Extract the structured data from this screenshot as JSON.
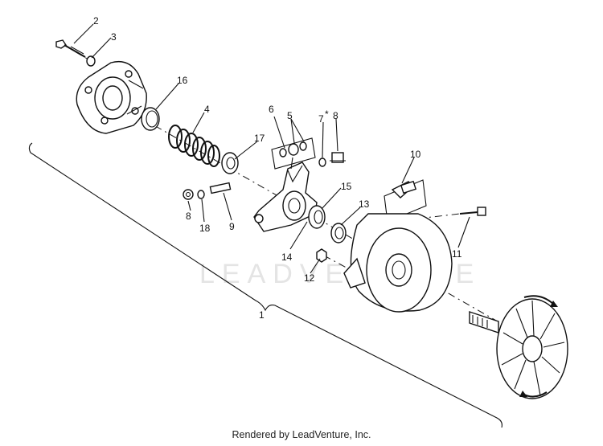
{
  "watermark": "LEADVENTURE",
  "footer": "Rendered by LeadVenture, Inc.",
  "callouts": {
    "c1": "1",
    "c2": "2",
    "c3": "3",
    "c4": "4",
    "c5": "5",
    "c6": "6",
    "c7": "7",
    "c7mark": "*",
    "c8a": "8",
    "c8b": "8",
    "c9": "9",
    "c10": "10",
    "c11": "11",
    "c12": "12",
    "c13": "13",
    "c14": "14",
    "c15": "15",
    "c16": "16",
    "c17": "17",
    "c18": "18"
  },
  "colors": {
    "ink": "#111111",
    "watermark": "#e4e4e4",
    "background": "#ffffff"
  }
}
